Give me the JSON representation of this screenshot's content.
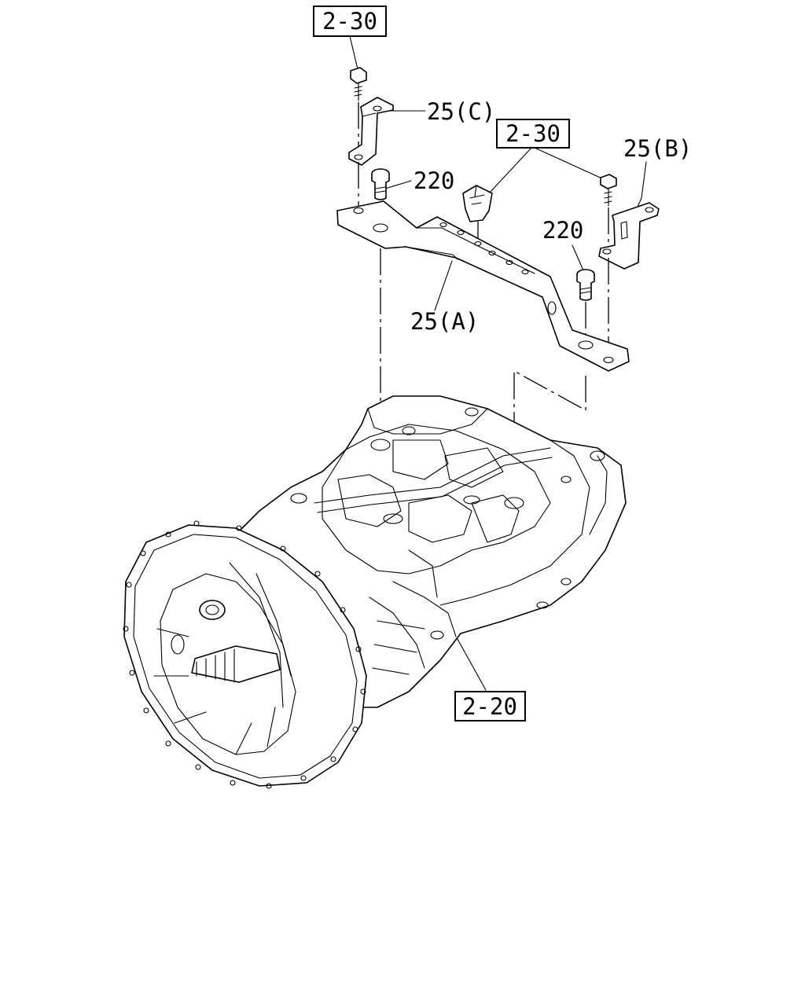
{
  "references": {
    "ref_top": "2-30",
    "ref_mid": "2-30",
    "ref_bottom": "2-20"
  },
  "parts": {
    "bracket_c": "25(C)",
    "bracket_b": "25(B)",
    "bracket_a": "25(A)",
    "bolt_left": "220",
    "bolt_right": "220"
  }
}
